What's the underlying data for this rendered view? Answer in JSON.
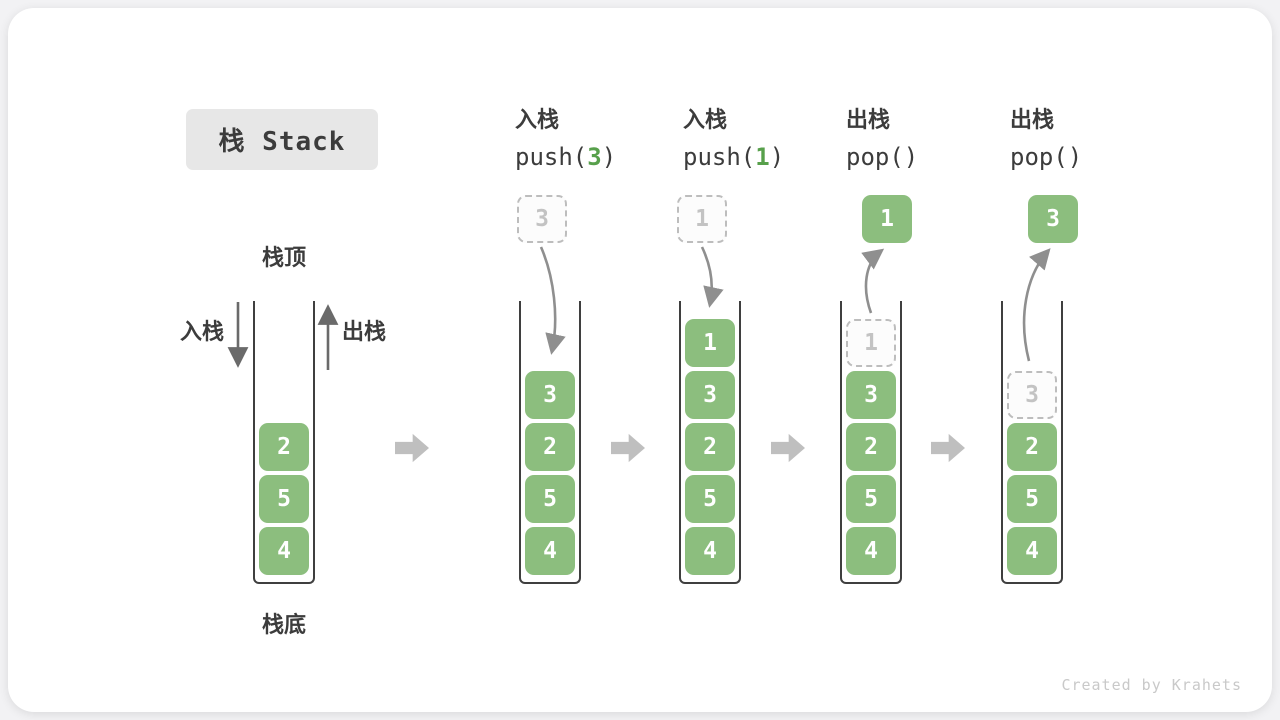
{
  "title": "栈 Stack",
  "credit": "Created by Krahets",
  "legend": {
    "stack_top": "栈顶",
    "stack_bottom": "栈底",
    "push_label": "入栈",
    "pop_label": "出栈"
  },
  "colors": {
    "green": "#8CBE7E",
    "code_green": "#57A04B",
    "block_arrow": "#BFBFBF",
    "wall": "#3F3F3F",
    "ghost_border": "#BDBDBD"
  },
  "stages": [
    {
      "id": "initial",
      "items": [
        "2",
        "5",
        "4"
      ]
    },
    {
      "id": "push-3",
      "op": "入栈",
      "call_pre": "push(",
      "call_arg": "3",
      "call_post": ")",
      "floating": "3",
      "items": [
        "3",
        "2",
        "5",
        "4"
      ]
    },
    {
      "id": "push-1",
      "op": "入栈",
      "call_pre": "push(",
      "call_arg": "1",
      "call_post": ")",
      "floating": "1",
      "items": [
        "1",
        "3",
        "2",
        "5",
        "4"
      ]
    },
    {
      "id": "pop-1",
      "op": "出栈",
      "call_pre": "pop(",
      "call_arg": "",
      "call_post": ")",
      "result": "1",
      "ghost": "1",
      "items": [
        "3",
        "2",
        "5",
        "4"
      ]
    },
    {
      "id": "pop-3",
      "op": "出栈",
      "call_pre": "pop(",
      "call_arg": "",
      "call_post": ")",
      "result": "3",
      "ghost": "3",
      "items": [
        "2",
        "5",
        "4"
      ]
    }
  ]
}
